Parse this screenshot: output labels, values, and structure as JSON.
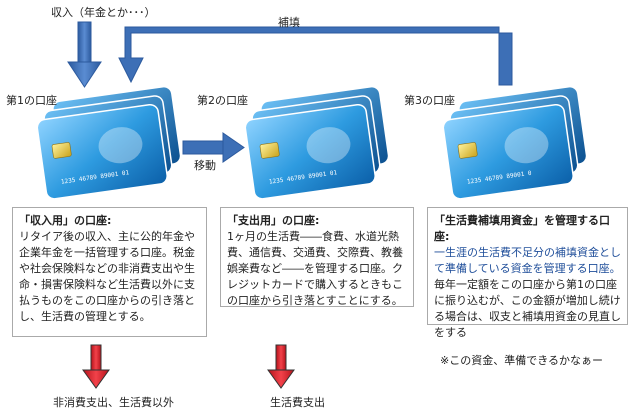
{
  "labels": {
    "income": "収入（年金とか･･･）",
    "refill": "補填",
    "account1": "第1の口座",
    "account2": "第2の口座",
    "account3": "第3の口座",
    "move": "移動",
    "out1": "非消費支出、生活費以外",
    "out2": "生活費支出",
    "note": "※この資金、準備できるかなぁー"
  },
  "card": {
    "number": "1235 46789 89001 01",
    "number_short": "1235 46789 89001 0"
  },
  "box1": {
    "head": "「収入用」の口座:",
    "body": "リタイア後の収入、主に公的年金や企業年金を一括管理する口座。税金や社会保険料などの非消費支出や生命・損害保険料など生活費以外に支払うものをこの口座からの引き落とし、生活費の管理とする。"
  },
  "box2": {
    "head": "「支出用」の口座:",
    "body": "1ヶ月の生活費――食費、水道光熱費、通信費、交通費、交際費、教養娯楽費など――を管理する口座。クレジットカードで購入するときもこの口座から引き落とすことにする。"
  },
  "box3": {
    "head": "「生活費補填用資金」を管理する口座:",
    "blue": "一生涯の生活費不足分の補填資金として準備している資金を管理する口座。",
    "body": "毎年一定額をこの口座から第1の口座に振り込むが、この金額が増加し続ける場合は、収支と補填用資金の見直しをする"
  },
  "colors": {
    "arrow_blue": "#3d6fb6",
    "arrow_red": "#e0202a",
    "card_blue": "#2e9be0"
  }
}
